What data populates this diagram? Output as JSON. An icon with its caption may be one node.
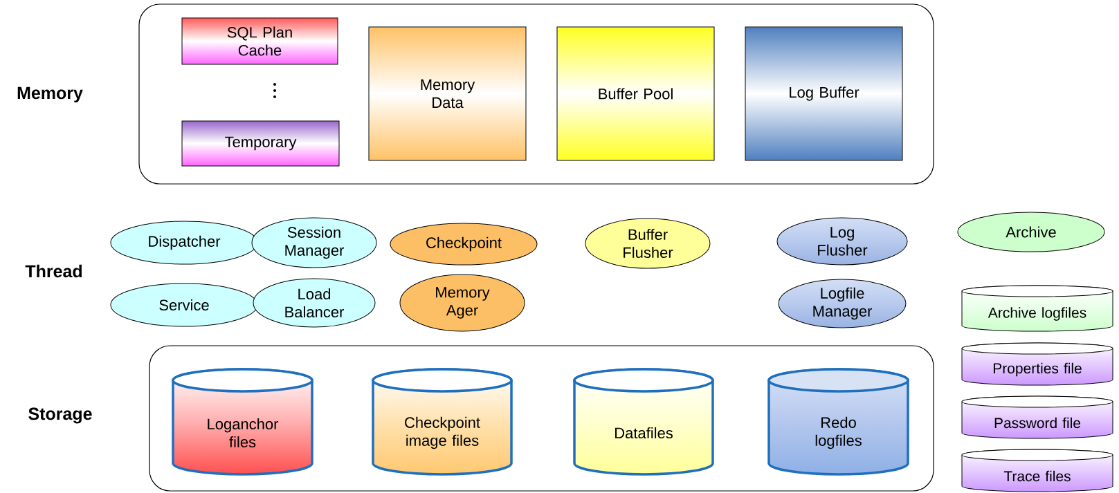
{
  "diagram": {
    "nodes": [
      {
        "text": [],
        "shape": "box"
      },
      {
        "text": [
          "SQL Plan Cache"
        ],
        "in": 0
      },
      {
        "text": [
          "Temporary"
        ],
        "in": 0
      },
      {
        "text": [
          "Memory Data"
        ],
        "in": 0
      },
      {
        "text": [
          "Buffer Pool"
        ],
        "in": 0
      },
      {
        "text": [
          "Log Buffer"
        ],
        "in": 0
      },
      {
        "text": [
          "Dispatcher"
        ]
      },
      {
        "text": [
          "Session Manager"
        ]
      },
      {
        "text": [
          "Checkpoint"
        ]
      },
      {
        "text": [
          "Buffer Flusher"
        ]
      },
      {
        "text": [
          "Log Flusher"
        ]
      },
      {
        "text": [
          "Archive"
        ]
      },
      {
        "text": [
          "Service"
        ]
      },
      {
        "text": [
          "Load Balancer"
        ]
      },
      {
        "text": [
          "Memory Ager"
        ]
      },
      {
        "text": [
          "Logfile Manager"
        ]
      },
      {
        "text": [
          "Archive logfiles"
        ]
      },
      {
        "text": [],
        "shape": "box"
      },
      {
        "text": [
          "Loganchor files"
        ],
        "in": 17
      },
      {
        "text": [
          "Checkpoint image files"
        ],
        "in": 17
      },
      {
        "text": [
          "Datafiles"
        ],
        "in": 17
      },
      {
        "text": [
          "Redo logfiles"
        ],
        "in": 17
      },
      {
        "text": [
          "Properties file"
        ]
      },
      {
        "text": [
          "Password file"
        ]
      },
      {
        "text": [
          "Trace files"
        ]
      }
    ],
    "labels": [
      "Memory",
      "Thread",
      "Storage"
    ]
  }
}
